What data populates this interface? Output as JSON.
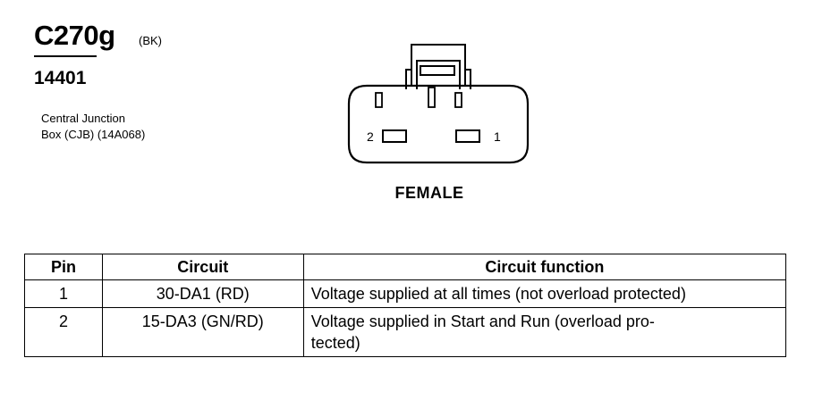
{
  "connector": {
    "id": "C270g",
    "color_code": "(BK)",
    "part_number": "14401",
    "description_lines": [
      "Central Junction",
      "Box (CJB) (14A068)"
    ],
    "view": "FEMALE",
    "pin_labels": {
      "left": "2",
      "right": "1"
    }
  },
  "table": {
    "headers": {
      "pin": "Pin",
      "circuit": "Circuit",
      "function": "Circuit function"
    },
    "rows": [
      {
        "pin": "1",
        "circuit": "30-DA1 (RD)",
        "function_lines": [
          "Voltage supplied at all times (not overload protected)"
        ]
      },
      {
        "pin": "2",
        "circuit": "15-DA3 (GN/RD)",
        "function_lines": [
          "Voltage supplied in Start and Run (overload pro-",
          "tected)"
        ]
      }
    ]
  }
}
